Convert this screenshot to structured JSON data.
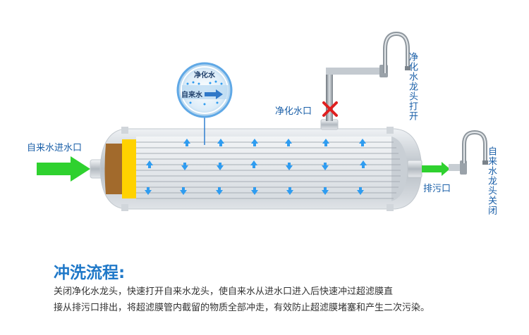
{
  "labels": {
    "inlet": "自来水进水口",
    "purified_outlet": "净化水口",
    "drain": "排污口",
    "faucet_purified_open": "净化水龙头打开",
    "faucet_tap_closed": "自来水龙头关闭",
    "magnifier_top": "净化水",
    "magnifier_bottom": "自来水"
  },
  "section": {
    "title": "冲洗流程:",
    "line1": "关闭净化水龙头，快速打开自来水龙头，使自来水从进水口进入后快速冲过超滤膜直",
    "line2": "接从排污口排出，将超滤膜管内截留的物质全部冲走，有效防止超滤膜堵塞和产生二次污染。"
  },
  "colors": {
    "flow_arrow": "#2f9cf0",
    "inlet_arrow": "#2fd12f",
    "closed_valve": "#e02020",
    "label_text": "#1a5fa8",
    "heading": "#1f78c8"
  }
}
